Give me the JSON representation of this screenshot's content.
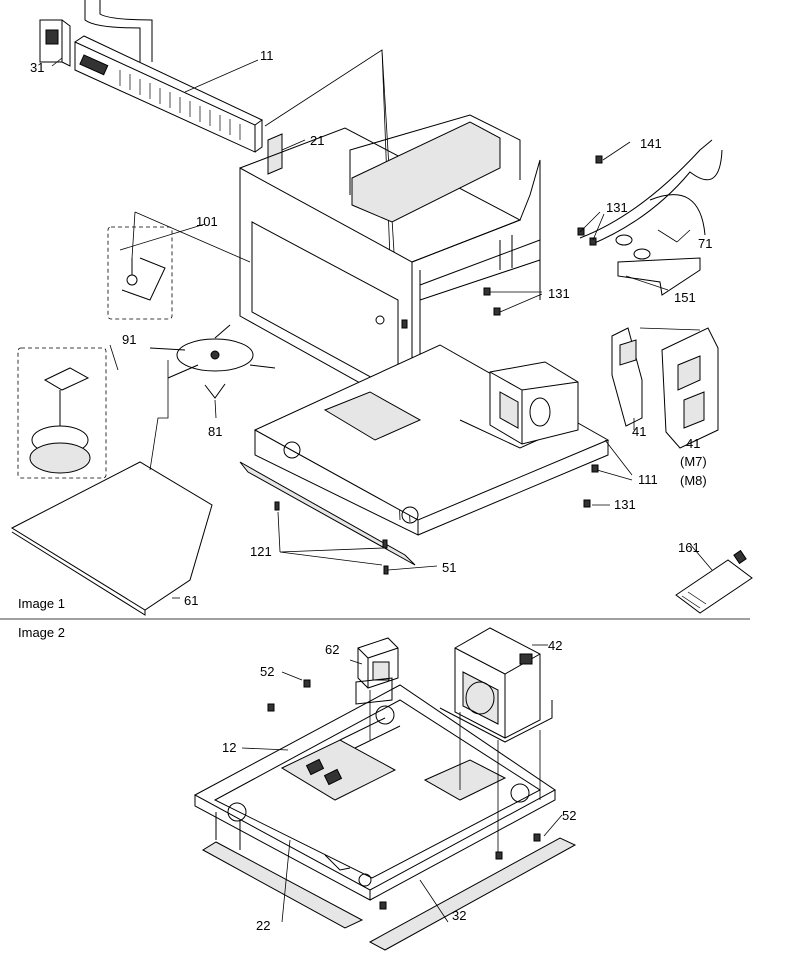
{
  "image1": {
    "caption": "Image 1",
    "callouts": [
      "11",
      "31",
      "21",
      "141",
      "131",
      "71",
      "101",
      "151",
      "131",
      "91",
      "41",
      "41",
      "(M7)",
      "(M8)",
      "81",
      "111",
      "131",
      "121",
      "51",
      "161",
      "61"
    ]
  },
  "image2": {
    "caption": "Image 2",
    "callouts": [
      "62",
      "42",
      "52",
      "12",
      "52",
      "22",
      "32"
    ]
  }
}
